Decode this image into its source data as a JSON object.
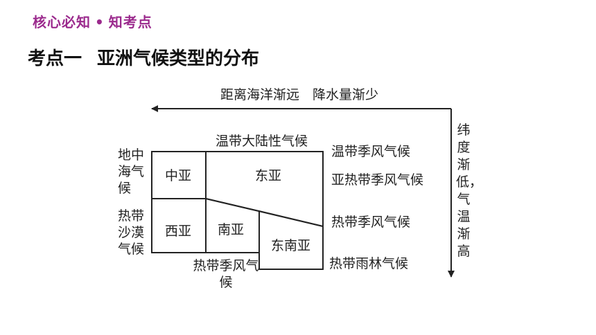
{
  "header": {
    "section_left": "核心必知",
    "separator": "•",
    "section_right": "知考点"
  },
  "title": {
    "prefix": "考点一",
    "main": "亚洲气候类型的分布"
  },
  "diagram": {
    "top_arrow_label": "距离海洋渐远　降水量渐少",
    "right_arrow_label": "纬度渐低，气温渐高",
    "top_label": "温带大陆性气候",
    "left_label_top": "地中海气候",
    "left_label_bottom": "热带沙漠气候",
    "bottom_label": "热带季风气候",
    "right_labels": [
      "温带季风气候",
      "亚热带季风气候",
      "热带季风气候",
      "热带雨林气候"
    ],
    "regions": {
      "central_asia": "中亚",
      "east_asia": "东亚",
      "west_asia": "西亚",
      "south_asia": "南亚",
      "southeast_asia": "东南亚"
    }
  }
}
